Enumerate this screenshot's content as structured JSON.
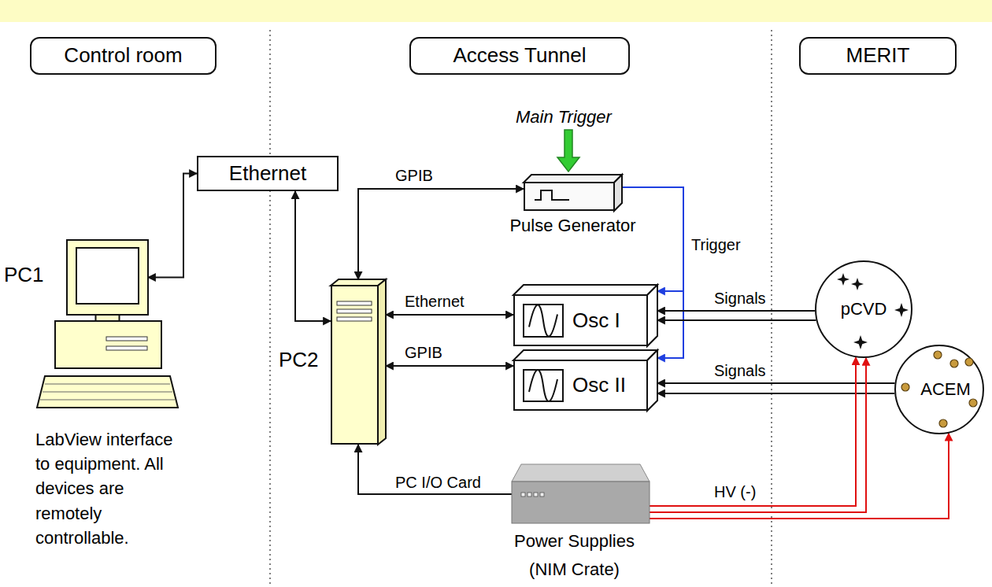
{
  "diagram": {
    "nodes": [
      {
        "text": [
          "Control room"
        ]
      },
      {
        "text": [
          "Access Tunnel"
        ]
      },
      {
        "text": [
          "MERIT"
        ]
      },
      {
        "text": [
          "Ethernet"
        ]
      },
      {
        "text": [
          "PC1"
        ]
      },
      {
        "text": [
          "Pulse Generator"
        ]
      },
      {
        "text": [
          "PC2"
        ]
      },
      {
        "text": [
          "Osc I"
        ]
      },
      {
        "text": [
          "Osc II"
        ]
      },
      {
        "text": [
          "Power Supplies",
          "(NIM Crate)"
        ]
      },
      {
        "text": [
          "pCVD"
        ]
      },
      {
        "text": [
          "ACEM"
        ]
      }
    ],
    "edges": [
      {
        "from": 3,
        "to": 4,
        "arrow": "both"
      },
      {
        "from": 3,
        "to": 6,
        "arrow": "both"
      },
      {
        "from": 6,
        "to": 5,
        "label": "GPIB",
        "arrow": "both"
      },
      {
        "from": 6,
        "to": 7,
        "label": "Ethernet",
        "arrow": "both"
      },
      {
        "from": 6,
        "to": 8,
        "label": "GPIB",
        "arrow": "both"
      },
      {
        "from": 9,
        "to": 6,
        "label": "PC I/O Card",
        "arrow": "to"
      },
      {
        "from": 5,
        "to": 7,
        "label": "Trigger",
        "arrow": "to"
      },
      {
        "from": 5,
        "to": 8,
        "arrow": "to"
      },
      {
        "from": 10,
        "to": 7,
        "label": "Signals",
        "arrow": "to"
      },
      {
        "from": 10,
        "to": 7,
        "arrow": "to"
      },
      {
        "from": 11,
        "to": 8,
        "label": "Signals",
        "arrow": "to"
      },
      {
        "from": 11,
        "to": 8,
        "arrow": "to"
      },
      {
        "from": 9,
        "to": 10,
        "label": "HV (-)",
        "arrow": "to"
      },
      {
        "from": 9,
        "to": 10,
        "arrow": "to"
      },
      {
        "from": 9,
        "to": 11,
        "arrow": "to"
      }
    ],
    "labels": [
      "Main Trigger",
      "LabView interface to equipment. All devices are remotely controllable."
    ]
  }
}
